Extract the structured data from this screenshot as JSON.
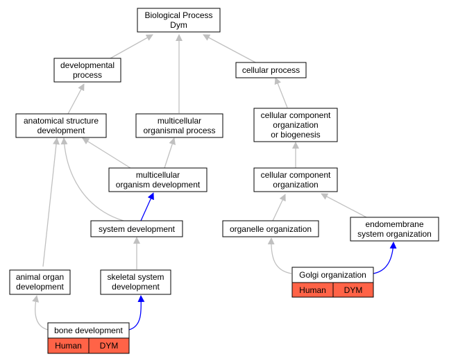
{
  "colors": {
    "edge_default": "#c0c0c0",
    "edge_highlight": "#0000ff",
    "node_border": "#000000",
    "node_fill": "#ffffff",
    "badge_fill": "#ff6347"
  },
  "nodes": {
    "biological_process": {
      "lines": [
        "Biological Process",
        "Dym"
      ]
    },
    "developmental_process": {
      "lines": [
        "developmental",
        "process"
      ]
    },
    "cellular_process": {
      "lines": [
        "cellular process"
      ]
    },
    "anatomical_structure_development": {
      "lines": [
        "anatomical structure",
        "development"
      ]
    },
    "multicellular_organismal_process": {
      "lines": [
        "multicellular",
        "organismal process"
      ]
    },
    "cellular_component_org_biogenesis": {
      "lines": [
        "cellular component",
        "organization",
        "or biogenesis"
      ]
    },
    "multicellular_organism_development": {
      "lines": [
        "multicellular",
        "organism development"
      ]
    },
    "cellular_component_organization": {
      "lines": [
        "cellular component",
        "organization"
      ]
    },
    "system_development": {
      "lines": [
        "system development"
      ]
    },
    "organelle_organization": {
      "lines": [
        "organelle organization"
      ]
    },
    "endomembrane_system_organization": {
      "lines": [
        "endomembrane",
        "system organization"
      ]
    },
    "animal_organ_development": {
      "lines": [
        "animal organ",
        "development"
      ]
    },
    "skeletal_system_development": {
      "lines": [
        "skeletal system",
        "development"
      ]
    },
    "golgi_organization": {
      "lines": [
        "Golgi organization"
      ],
      "badges": [
        "Human",
        "DYM"
      ]
    },
    "bone_development": {
      "lines": [
        "bone development"
      ],
      "badges": [
        "Human",
        "DYM"
      ]
    }
  }
}
